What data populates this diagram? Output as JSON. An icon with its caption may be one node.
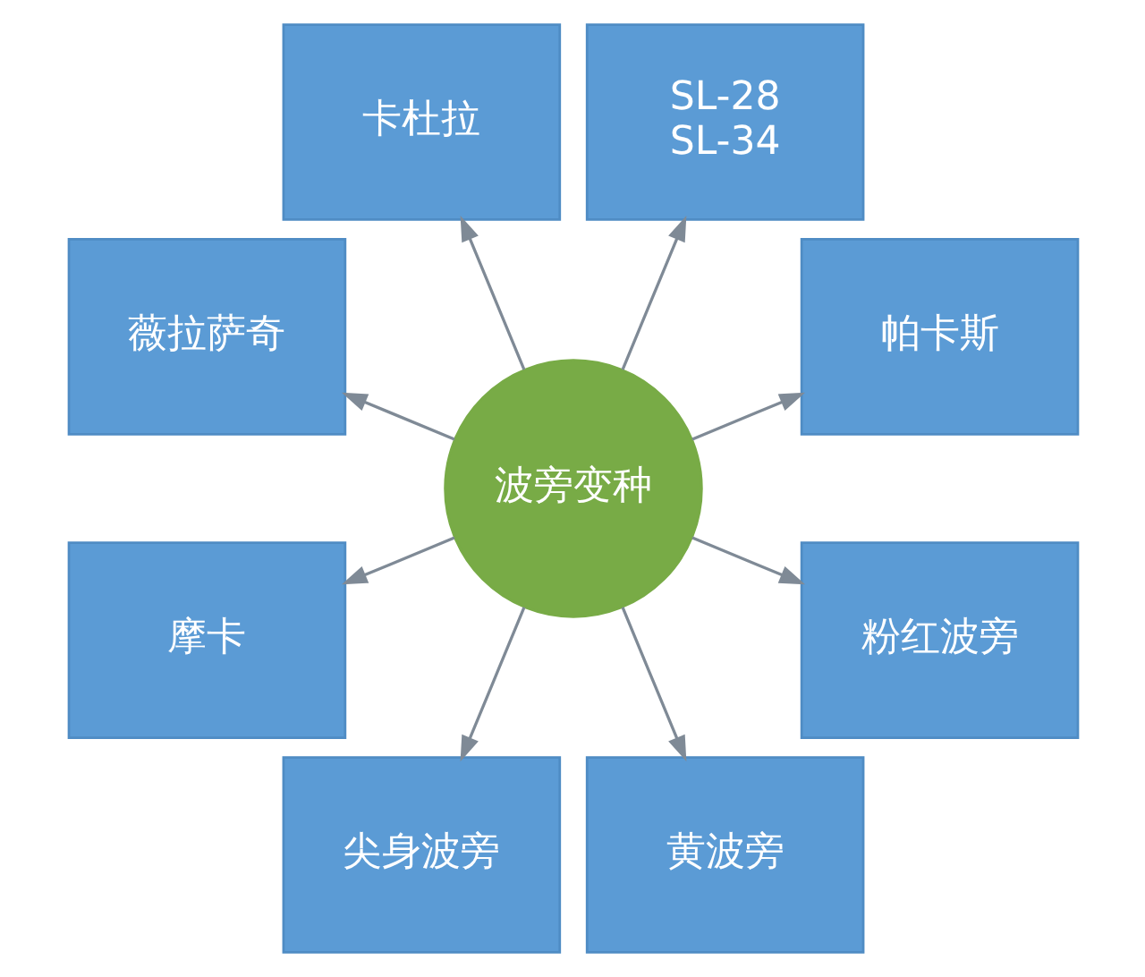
{
  "diagram": {
    "nodes": [
      {
        "text": [
          "卡杜拉"
        ]
      },
      {
        "text": [
          "薇拉萨奇"
        ]
      },
      {
        "text": [
          "SL-28 SL-34"
        ]
      },
      {
        "text": [
          "摩卡"
        ]
      },
      {
        "text": [
          "波旁变种"
        ]
      },
      {
        "text": [
          "帕卡斯"
        ]
      },
      {
        "text": [
          "尖身波旁"
        ]
      },
      {
        "text": [
          "粉红波旁"
        ]
      },
      {
        "text": [
          "黄波旁"
        ]
      }
    ],
    "edges": [
      {
        "from": 4,
        "to": 5,
        "arrow": "to"
      },
      {
        "from": 4,
        "to": 2,
        "arrow": "to"
      },
      {
        "from": 4,
        "to": 0,
        "arrow": "to"
      },
      {
        "from": 4,
        "to": 1,
        "arrow": "to"
      },
      {
        "from": 4,
        "to": 3,
        "arrow": "to"
      },
      {
        "from": 4,
        "to": 6,
        "arrow": "to"
      },
      {
        "from": 4,
        "to": 8,
        "arrow": "to"
      },
      {
        "from": 4,
        "to": 7,
        "arrow": "to"
      }
    ]
  }
}
